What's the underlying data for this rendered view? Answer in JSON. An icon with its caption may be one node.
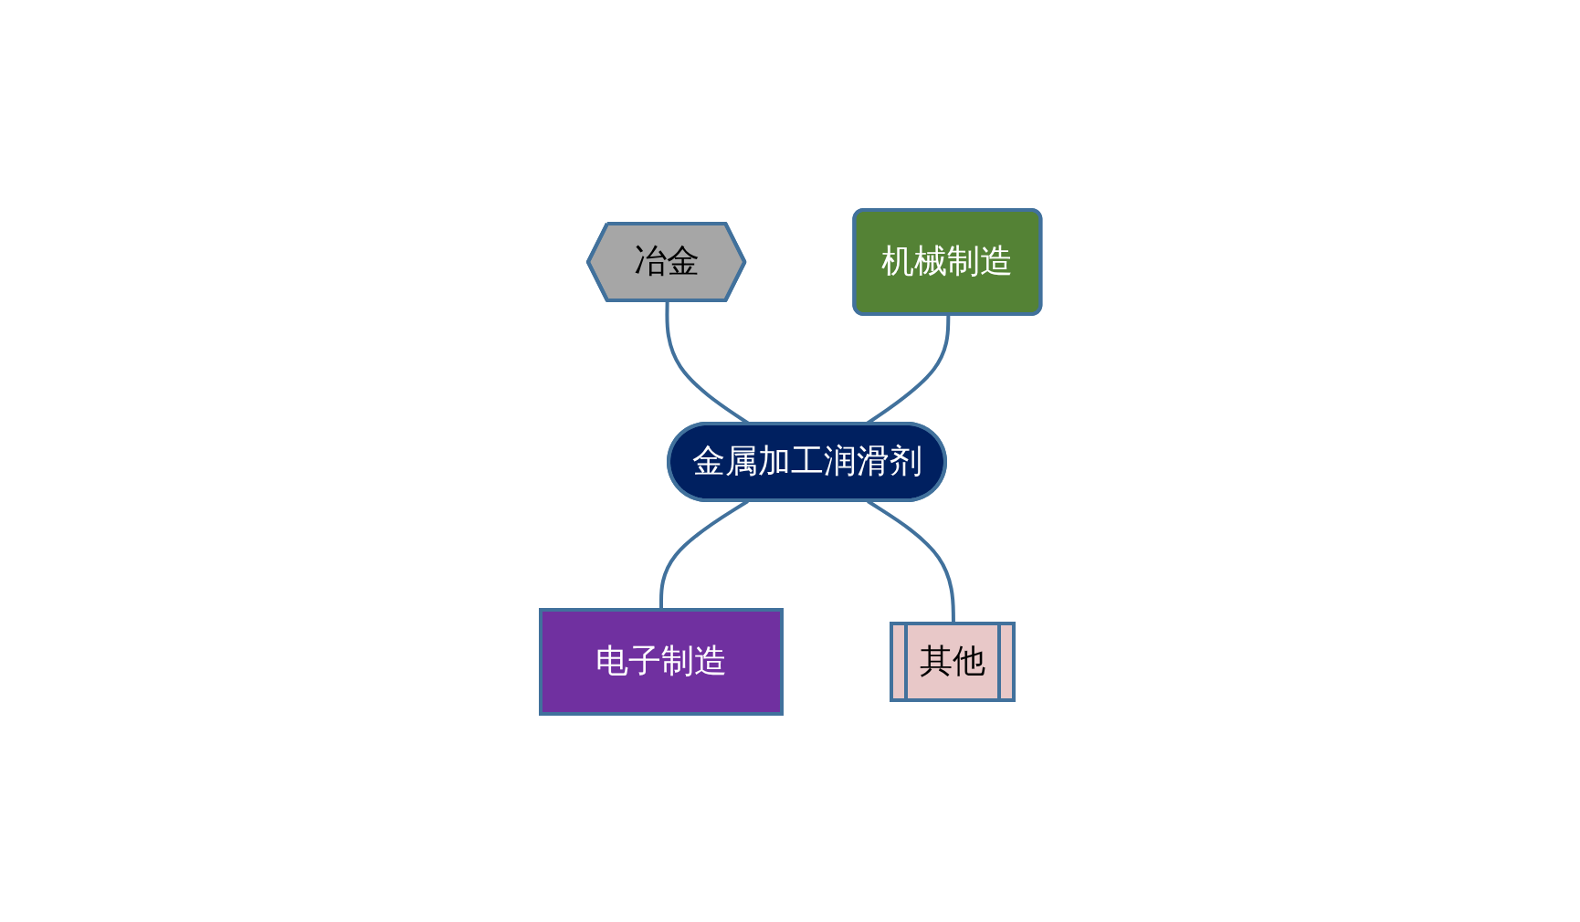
{
  "diagram": {
    "nodes": [
      {
        "text": [
          "冶金"
        ]
      },
      {
        "text": [
          "机械制造"
        ]
      },
      {
        "text": [
          "金属加工润滑剂"
        ]
      },
      {
        "text": [
          "电子制造"
        ]
      },
      {
        "text": [
          "其他"
        ]
      }
    ],
    "edges": [
      {
        "from": 0,
        "to": 2,
        "arrow": "none"
      },
      {
        "from": 1,
        "to": 2,
        "arrow": "none"
      },
      {
        "from": 2,
        "to": 3,
        "arrow": "none"
      },
      {
        "from": 2,
        "to": 4,
        "arrow": "none"
      }
    ]
  }
}
